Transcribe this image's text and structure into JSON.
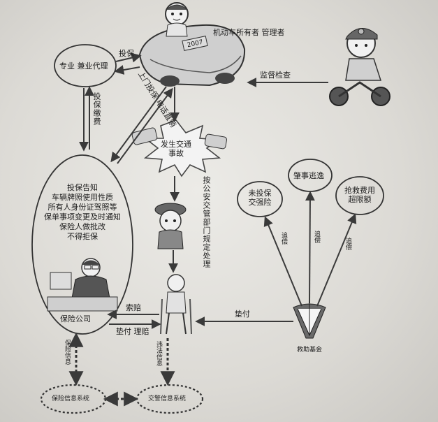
{
  "nodes": {
    "owner": "机动车所有者 管理者",
    "agent": "专业 兼业代理",
    "insurance_company": "保险公司",
    "accident": [
      "发生交通",
      "事故"
    ],
    "police_text": "按公安交管部门规定处理",
    "notice": [
      "投保告知",
      "车辆牌照使用性质",
      "所有人身份证驾照等",
      "保单事项变更及时通知",
      "保险人做批改",
      "不得拒保"
    ],
    "fund": "救助基金",
    "uninsured": [
      "未投保",
      "交强险"
    ],
    "hit_and_run": "肇事逃逸",
    "rescue_cost": [
      "抢救费用",
      "超限额"
    ],
    "ins_info_system": "保险信息系统",
    "police_info_system": "交警信息系统",
    "plate": "2007"
  },
  "edges": {
    "insure_top": "投保",
    "supervise": "监督检查",
    "door_insure": "上门投保 电话直销",
    "insure_pay": "投保缴费",
    "claim": "索赔",
    "pay_settle": "垫付 理赔",
    "advance_pay": "垫付",
    "recover1": "追偿",
    "recover2": "追偿",
    "recover3": "追偿",
    "insurance_info": "保险信息",
    "violation_info": "违法信息"
  }
}
